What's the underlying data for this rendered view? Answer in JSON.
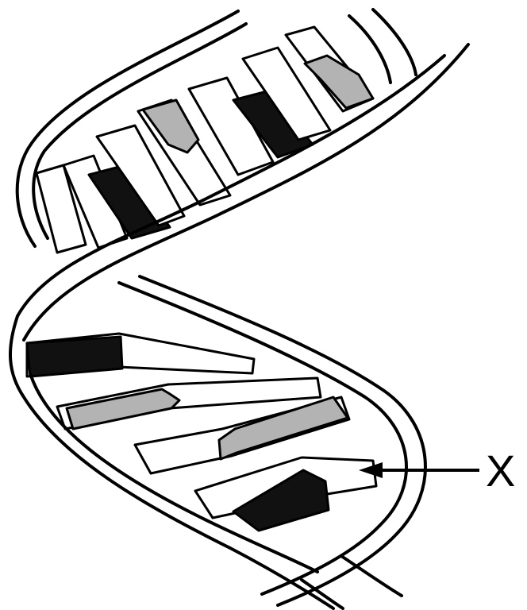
{
  "diagram": {
    "label": "X",
    "colors": {
      "background": "#ffffff",
      "outline": "#000000",
      "base_dark": "#111111",
      "base_grey": "#b3b3b3",
      "base_white": "#ffffff"
    },
    "upper_turn_rungs": [
      "grey",
      "dark",
      "grey",
      "dark",
      "white",
      "white"
    ],
    "lower_turn_rungs": [
      "dark",
      "grey",
      "grey",
      "dark"
    ]
  }
}
